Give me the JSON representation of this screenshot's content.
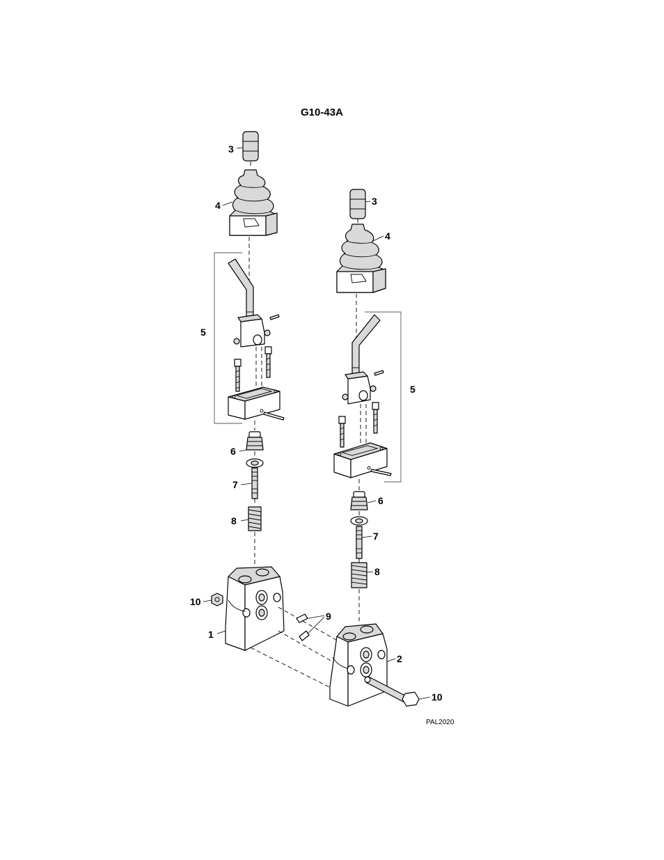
{
  "diagram": {
    "title": "G10-43A",
    "drawing_code": "PAL2020",
    "callouts": [
      {
        "id": "c3-left",
        "label": "3"
      },
      {
        "id": "c4-left",
        "label": "4"
      },
      {
        "id": "c5-left",
        "label": "5"
      },
      {
        "id": "c6-left",
        "label": "6"
      },
      {
        "id": "c7-left",
        "label": "7"
      },
      {
        "id": "c8-left",
        "label": "8"
      },
      {
        "id": "c10-left",
        "label": "10"
      },
      {
        "id": "c1",
        "label": "1"
      },
      {
        "id": "c9",
        "label": "9"
      },
      {
        "id": "c3-right",
        "label": "3"
      },
      {
        "id": "c4-right",
        "label": "4"
      },
      {
        "id": "c5-right",
        "label": "5"
      },
      {
        "id": "c6-right",
        "label": "6"
      },
      {
        "id": "c7-right",
        "label": "7"
      },
      {
        "id": "c8-right",
        "label": "8"
      },
      {
        "id": "c2",
        "label": "2"
      },
      {
        "id": "c10-right",
        "label": "10"
      }
    ]
  }
}
